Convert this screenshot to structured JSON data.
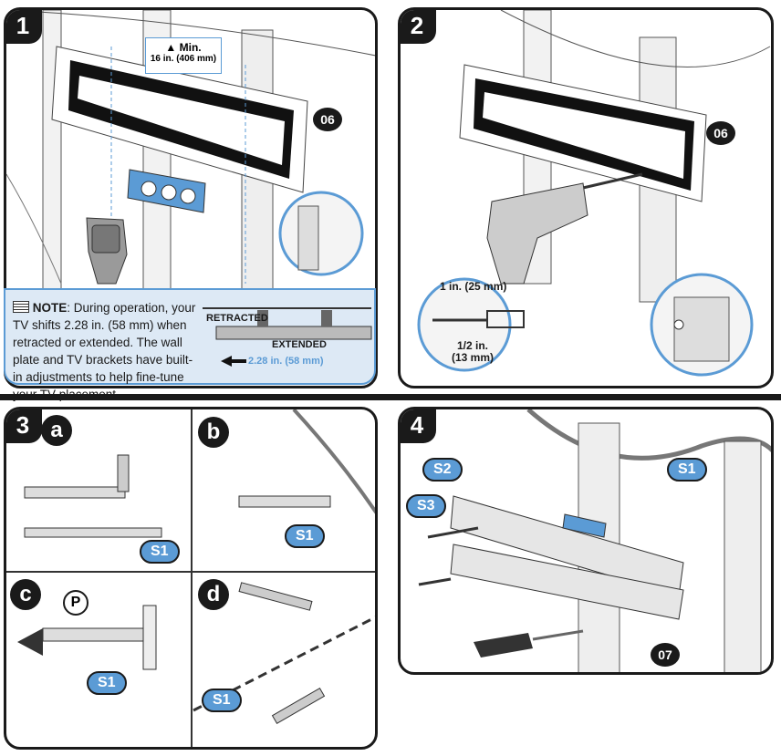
{
  "step1": {
    "number": "1",
    "min_label": "Min.",
    "min_value": "16 in. (406 mm)",
    "callout": "06",
    "note_heading": "NOTE",
    "note_body": ": During operation, your TV shifts 2.28 in. (58 mm) when retracted or extended. The wall plate and TV brackets have built-in adjustments to help fine-tune your TV placement.",
    "retracted": "RETRACTED",
    "extended": "EXTENDED",
    "shift": "2.28 in. (58 mm)"
  },
  "step2": {
    "number": "2",
    "callout": "06",
    "depth1": "1 in. (25 mm)",
    "depth2_line1": "1/2 in.",
    "depth2_line2": "(13 mm)"
  },
  "step3": {
    "number": "3",
    "subs": [
      "a",
      "b",
      "c",
      "d"
    ],
    "part": "S1",
    "p_label": "P"
  },
  "step4": {
    "number": "4",
    "s2": "S2",
    "s3": "S3",
    "s1": "S1",
    "callout": "07"
  },
  "colors": {
    "accent": "#5b9bd5",
    "ink": "#1a1a1a",
    "note_bg": "#dde9f5"
  }
}
